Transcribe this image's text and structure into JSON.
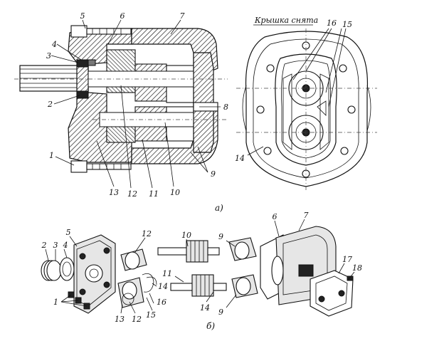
{
  "figure": {
    "cover_removed_title": "Крышка снята",
    "caption_a": "а)",
    "caption_b": "б)"
  },
  "section_view_labels": [
    {
      "id": "s1",
      "text": "1"
    },
    {
      "id": "s2",
      "text": "2"
    },
    {
      "id": "s3",
      "text": "3"
    },
    {
      "id": "s4",
      "text": "4"
    },
    {
      "id": "s5",
      "text": "5"
    },
    {
      "id": "s6",
      "text": "6"
    },
    {
      "id": "s7",
      "text": "7"
    },
    {
      "id": "s8",
      "text": "8"
    },
    {
      "id": "s9",
      "text": "9"
    },
    {
      "id": "s10",
      "text": "10"
    },
    {
      "id": "s11",
      "text": "11"
    },
    {
      "id": "s12",
      "text": "12"
    },
    {
      "id": "s13",
      "text": "13"
    }
  ],
  "end_view_labels": [
    {
      "id": "e14",
      "text": "14"
    },
    {
      "id": "e15",
      "text": "15"
    },
    {
      "id": "e16",
      "text": "16"
    }
  ],
  "exploded_view_labels": [
    {
      "id": "x1",
      "text": "1"
    },
    {
      "id": "x2",
      "text": "2"
    },
    {
      "id": "x3",
      "text": "3"
    },
    {
      "id": "x4",
      "text": "4"
    },
    {
      "id": "x5",
      "text": "5"
    },
    {
      "id": "x6",
      "text": "6"
    },
    {
      "id": "x7",
      "text": "7"
    },
    {
      "id": "x9a",
      "text": "9"
    },
    {
      "id": "x9b",
      "text": "9"
    },
    {
      "id": "x10",
      "text": "10"
    },
    {
      "id": "x11",
      "text": "11"
    },
    {
      "id": "x12a",
      "text": "12"
    },
    {
      "id": "x12b",
      "text": "12"
    },
    {
      "id": "x13",
      "text": "13"
    },
    {
      "id": "x14a",
      "text": "14"
    },
    {
      "id": "x14b",
      "text": "14"
    },
    {
      "id": "x15",
      "text": "15"
    },
    {
      "id": "x16",
      "text": "16"
    },
    {
      "id": "x17",
      "text": "17"
    },
    {
      "id": "x18",
      "text": "18"
    }
  ]
}
